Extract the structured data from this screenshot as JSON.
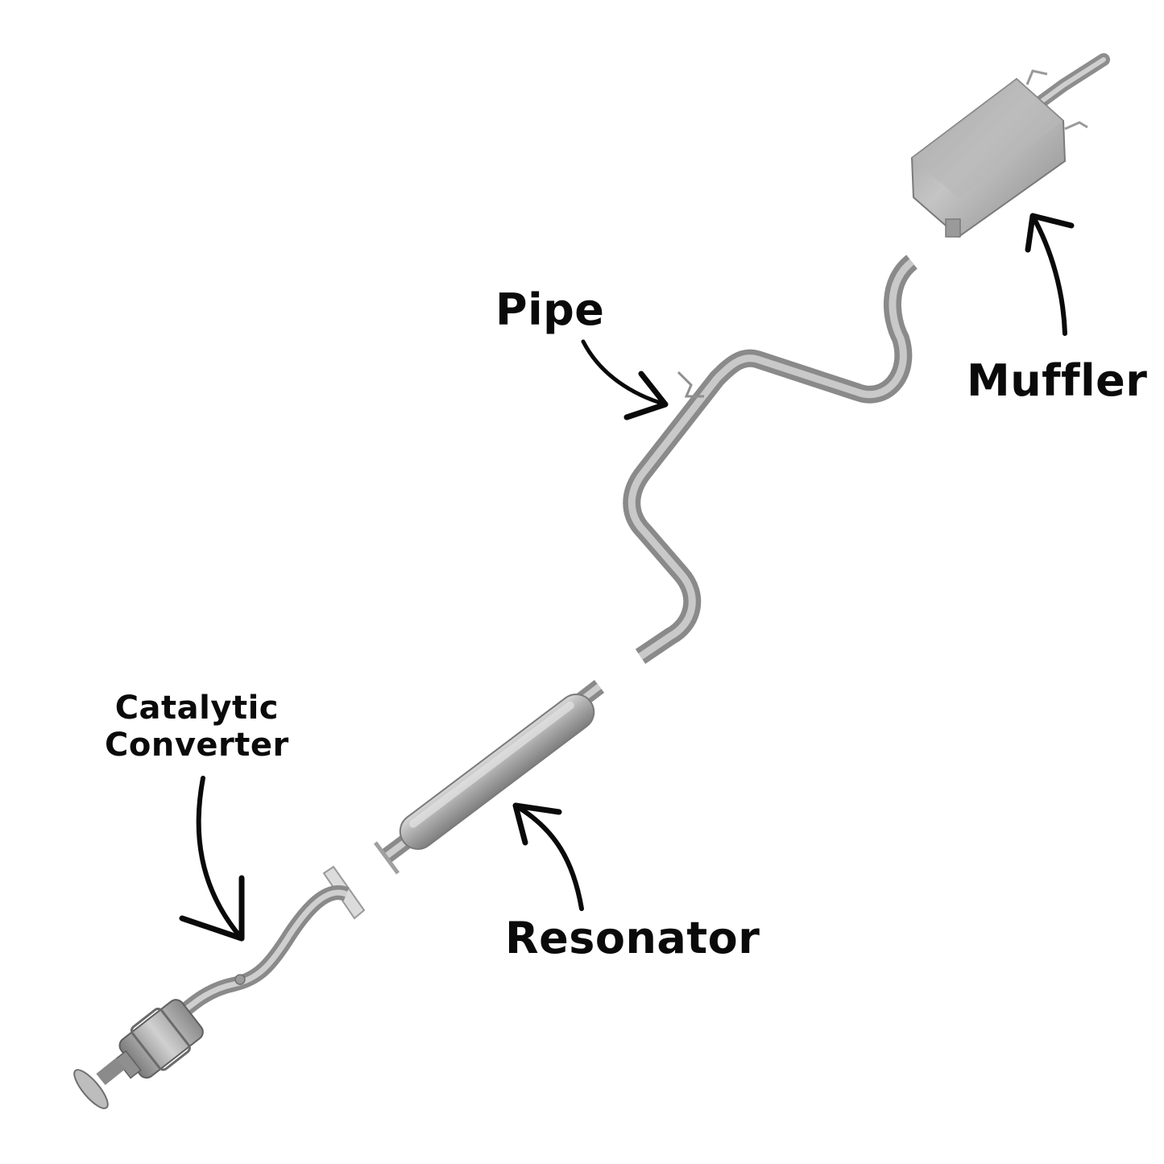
{
  "labels": {
    "pipe": "Pipe",
    "muffler": "Muffler",
    "resonator": "Resonator",
    "catalytic_line1": "Catalytic",
    "catalytic_line2": "Converter"
  },
  "colors": {
    "metal_dark": "#8d8d8d",
    "metal_mid": "#b3b3b3",
    "metal_light": "#dcdcdc",
    "arrow": "#0a0a0a"
  }
}
